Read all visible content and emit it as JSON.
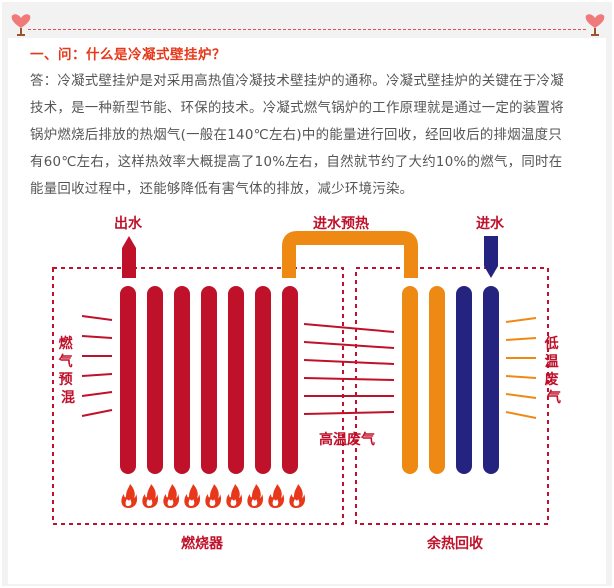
{
  "article": {
    "question": "一、问：什么是冷凝式壁挂炉？",
    "answer_lines": [
      "答：冷凝式壁挂炉是对采用高热值冷凝技术壁挂炉的通称。冷凝式壁挂炉的关键在于冷凝",
      "技术，是一种新型节能、环保的技术。冷凝式燃气锅炉的工作原理就是通过一定的装置将",
      "锅炉燃烧后排放的热烟气(一般在140℃左右)中的能量进行回收，经回收后的排烟温度只",
      "有60℃左右，这样热效率大概提高了10%左右，自然就节约了大约10%的燃气，同时在",
      "能量回收过程中，还能够降低有害气体的排放，减少环境污染。"
    ]
  },
  "diagram": {
    "label_water_out": "出水",
    "label_water_preheat": "进水预热",
    "label_water_in": "进水",
    "label_gas_mix": [
      "燃",
      "气",
      "预",
      "混"
    ],
    "label_high_temp_exhaust": "高温废气",
    "label_low_temp_exhaust": [
      "低",
      "温",
      "废",
      "气"
    ],
    "label_burner": "燃烧器",
    "label_heat_recovery": "余热回收",
    "colors": {
      "red": "#c0112a",
      "orange": "#ee8a14",
      "navy": "#242480",
      "dash": "#c0112a"
    }
  },
  "icons": [
    "tree-heart-icon-left",
    "tree-heart-icon-right",
    "flame-icon"
  ]
}
